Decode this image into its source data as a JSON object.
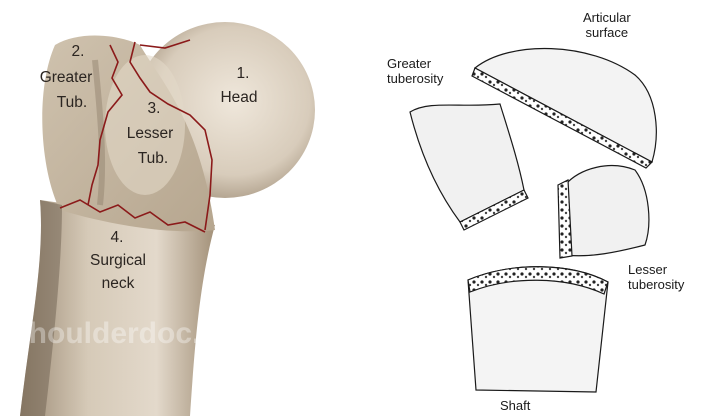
{
  "left_figure": {
    "labels": {
      "greater_tub": [
        "2.",
        "Greater",
        "Tub."
      ],
      "lesser_tub": [
        "3.",
        "Lesser",
        "Tub."
      ],
      "head": [
        "1.",
        "Head"
      ],
      "surgical_neck": [
        "4.",
        "Surgical",
        "neck"
      ]
    },
    "watermark": "shoulderdoc.co.uk"
  },
  "right_figure": {
    "labels": {
      "articular_surface": [
        "Articular",
        "surface"
      ],
      "greater_tuberosity": [
        "Greater",
        "tuberosity"
      ],
      "lesser_tuberosity": [
        "Lesser",
        "tuberosity"
      ],
      "shaft": [
        "Shaft"
      ]
    }
  },
  "colors": {
    "bone_light": "#e6ddd0",
    "bone_mid": "#c9bba7",
    "bone_dark": "#8f7f6b",
    "fracture_line": "#8b1a1a",
    "sketch_line": "#1a1a1a"
  }
}
